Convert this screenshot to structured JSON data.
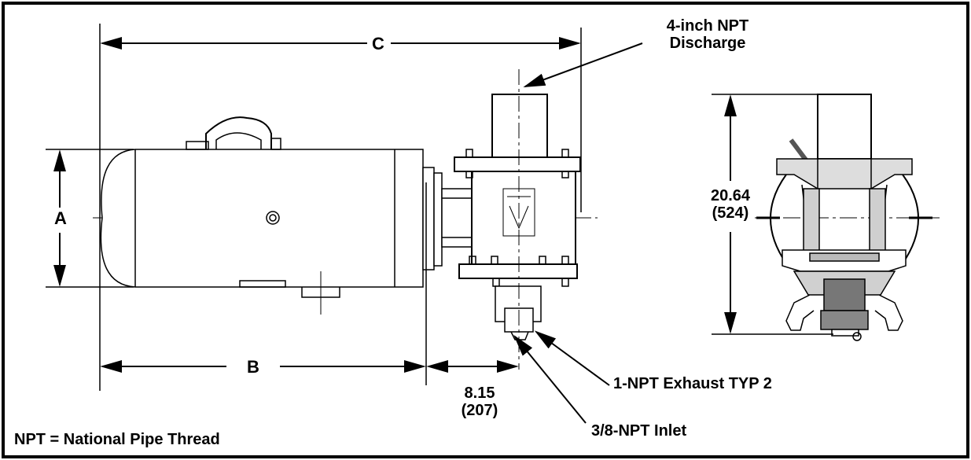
{
  "labels": {
    "discharge_line1": "4-inch NPT",
    "discharge_line2": "Discharge",
    "dim_a": "A",
    "dim_b": "B",
    "dim_c": "C",
    "dim_offset_value": "8.15",
    "dim_offset_metric": "(207)",
    "dim_height_value": "20.64",
    "dim_height_metric": "(524)",
    "exhaust": "1-NPT Exhaust TYP 2",
    "inlet": "3/8-NPT Inlet",
    "footnote": "NPT = National Pipe Thread"
  },
  "colors": {
    "ink": "#000000",
    "paper": "#ffffff",
    "line_gray": "#333333"
  }
}
